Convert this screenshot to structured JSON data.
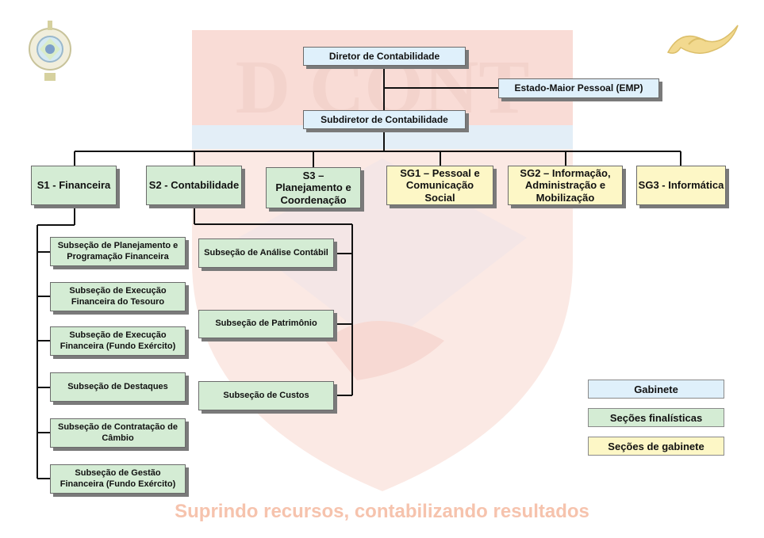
{
  "watermark": {
    "text": "D CONT"
  },
  "top": {
    "director": "Diretor de Contabilidade",
    "staff": "Estado-Maior Pessoal (EMP)",
    "subdirector": "Subdiretor de Contabilidade"
  },
  "sections": [
    {
      "label": "S1 - Financeira",
      "kind": "finalistica"
    },
    {
      "label": "S2 - Contabilidade",
      "kind": "finalistica"
    },
    {
      "label": "S3 – Planejamento e Coordenação",
      "kind": "finalistica"
    },
    {
      "label": "SG1 – Pessoal e Comunicação Social",
      "kind": "gabinete"
    },
    {
      "label": "SG2 – Informação, Administração e Mobilização",
      "kind": "gabinete"
    },
    {
      "label": "SG3 - Informática",
      "kind": "gabinete"
    }
  ],
  "s1_subsections": [
    "Subseção de Planejamento e Programação Financeira",
    "Subseção de Execução Financeira do Tesouro",
    "Subseção de Execução Financeira (Fundo Exército)",
    "Subseção de Destaques",
    "Subseção de Contratação de Câmbio",
    "Subseção de Gestão Financeira (Fundo Exército)"
  ],
  "s2_subsections": [
    "Subseção de Análise Contábil",
    "Subseção de Patrimônio",
    "Subseção de Custos"
  ],
  "legend": {
    "gabinete": "Gabinete",
    "finalisticas": "Seções finalísticas",
    "secoes_gabinete": "Seções de gabinete"
  },
  "slogan": "Suprindo recursos, contabilizando resultados",
  "colors": {
    "gabinete": "#dff0fb",
    "finalistica": "#d4ecd4",
    "secao_gabinete": "#fdf7c6",
    "slogan": "#f6c3ad"
  }
}
